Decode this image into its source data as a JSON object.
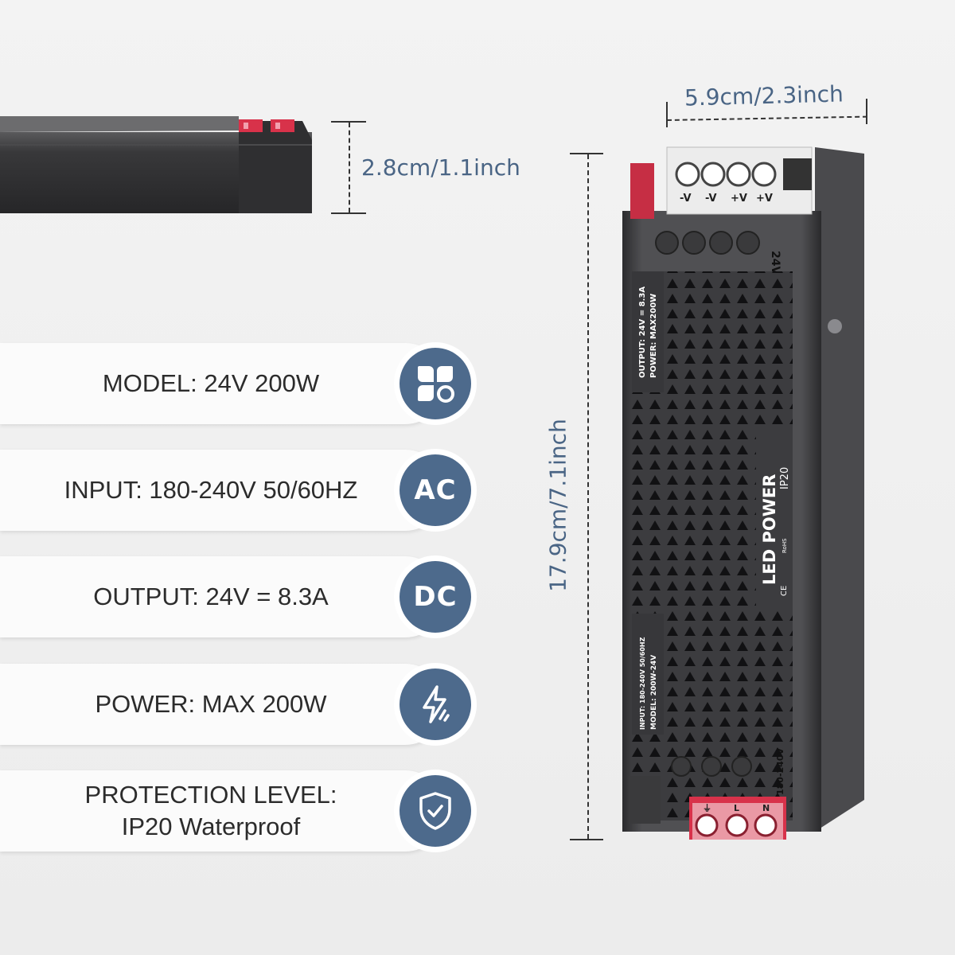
{
  "dimensions": {
    "width": "5.9cm/2.3inch",
    "height": "2.8cm/1.1inch",
    "length": "17.9cm/7.1inch"
  },
  "specs": [
    {
      "lines": [
        "MODEL: 24V 200W"
      ],
      "icon": "model-grid-icon"
    },
    {
      "lines": [
        "INPUT: 180-240V 50/60HZ"
      ],
      "badge": "AC"
    },
    {
      "lines": [
        "OUTPUT: 24V = 8.3A"
      ],
      "badge": "DC"
    },
    {
      "lines": [
        "POWER: MAX 200W"
      ],
      "icon": "lightning-icon"
    },
    {
      "lines": [
        "PROTECTION LEVEL:",
        "IP20 Waterproof"
      ],
      "icon": "shield-check-icon"
    }
  ],
  "product": {
    "terminal_top_labels": [
      "-V",
      "-V",
      "+V",
      "+V"
    ],
    "output_voltage_label": "24V",
    "label_output": "OUTPUT: 24V = 8.3A",
    "label_power": "POWER: MAX200W",
    "brand_text": "LED POWER",
    "rating_text": "IP20",
    "label_input": "INPUT: 180-240V 50/60HZ",
    "label_model": "MODEL: 200W-24V",
    "input_voltage_label": "180-240V",
    "terminal_bottom_labels": [
      "⏚",
      "L",
      "N"
    ],
    "cert_marks": [
      "CE",
      "RoHS"
    ]
  },
  "colors": {
    "accent": "#4d6a8c",
    "dimension_text": "#4a6585",
    "device_body": "#3d3d40",
    "terminal_red": "#d8324a"
  }
}
